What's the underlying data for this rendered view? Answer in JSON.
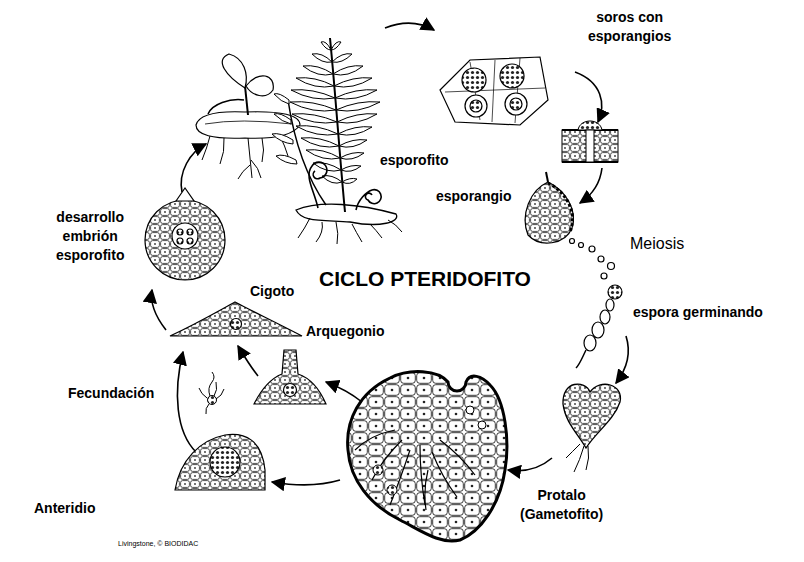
{
  "diagram": {
    "title": "CICLO PTERIDOFITO",
    "labels": [
      "soros con esporangios",
      "esporofito",
      "esporangio",
      "Meiosis",
      "espora germinando",
      "Protalo (Gametofito)",
      "Anteridio",
      "Fecundación",
      "Arquegonio",
      "Cigoto",
      "desarrollo embrión esporofito",
      "Livingstone, © BIODIDAC"
    ]
  }
}
